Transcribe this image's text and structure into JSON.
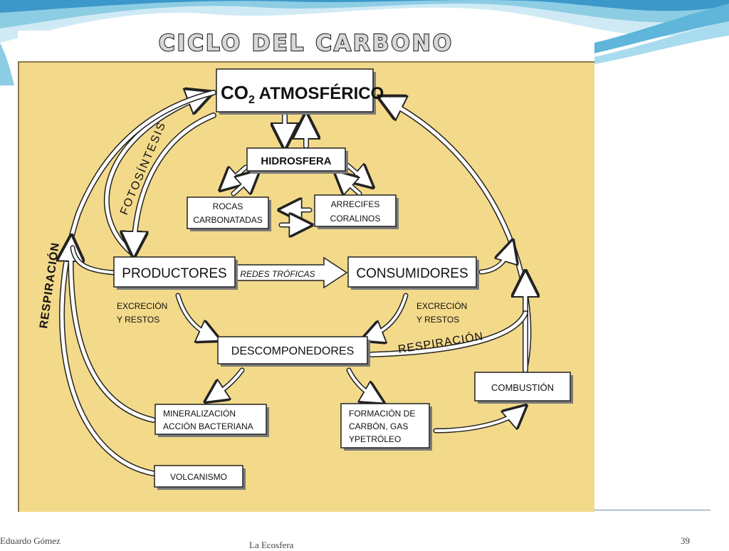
{
  "title": "CICLO DEL CARBONO",
  "nodes": {
    "co2": "CO",
    "co2_sub": "2",
    "co2_rest": " ATMOSFÉRICO",
    "hidrosfera": "HIDROSFERA",
    "rocas_l1": "ROCAS",
    "rocas_l2": "CARBONATADAS",
    "arrecifes_l1": "ARRECIFES",
    "arrecifes_l2": "CORALINOS",
    "productores": "PRODUCTORES",
    "consumidores": "CONSUMIDORES",
    "descomponedores": "DESCOMPONEDORES",
    "mineral_l1": "MINERALIZACIÓN",
    "mineral_l2": "ACCIÓN BACTERIANA",
    "carbon_l1": "FORMACIÓN DE",
    "carbon_l2": "CARBÓN, GAS",
    "carbon_l3": "YPETRÓLEO",
    "combustion": "COMBUSTIÓN",
    "volcanismo": "VOLCANISMO"
  },
  "edge_labels": {
    "fotosintesis": "FOTOSÍNTESIS",
    "respiracion_left": "RESPIRACIÓN",
    "respiracion_right": "RESPIRACIÓN",
    "redes": "REDES TRÓFICAS",
    "excrecion_left_l1": "EXCRECIÓN",
    "excrecion_left_l2": "Y RESTOS",
    "excrecion_right_l1": "EXCRECIÓN",
    "excrecion_right_l2": "Y RESTOS"
  },
  "footer": {
    "author": "Eduardo Gómez",
    "topic": "La Ecosfera",
    "page": "39"
  },
  "colors": {
    "panel": "#f3d98a",
    "wave_light": "#bfe6f2",
    "wave_mid": "#7fc4de",
    "wave_dark": "#2f8fc4"
  }
}
